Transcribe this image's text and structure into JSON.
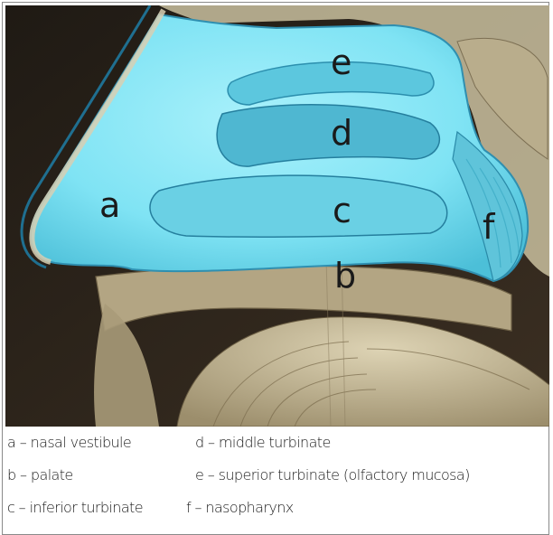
{
  "diagram": {
    "labels": {
      "a": "a",
      "b": "b",
      "c": "c",
      "d": "d",
      "e": "e",
      "f": "f"
    }
  },
  "legend": {
    "a": "a – nasal vestibule",
    "b": "b – palate",
    "c": "c – inferior turbinate",
    "d": "d – middle turbinate",
    "e": "e – superior turbinate (olfactory mucosa)",
    "f": "f – nasopharynx"
  },
  "colors": {
    "airway": "#7fe3f4",
    "airway_dark": "#3aa9c4",
    "bone": "#b5a98a",
    "background": "#2a241c",
    "brain": "#cfc5a6"
  }
}
